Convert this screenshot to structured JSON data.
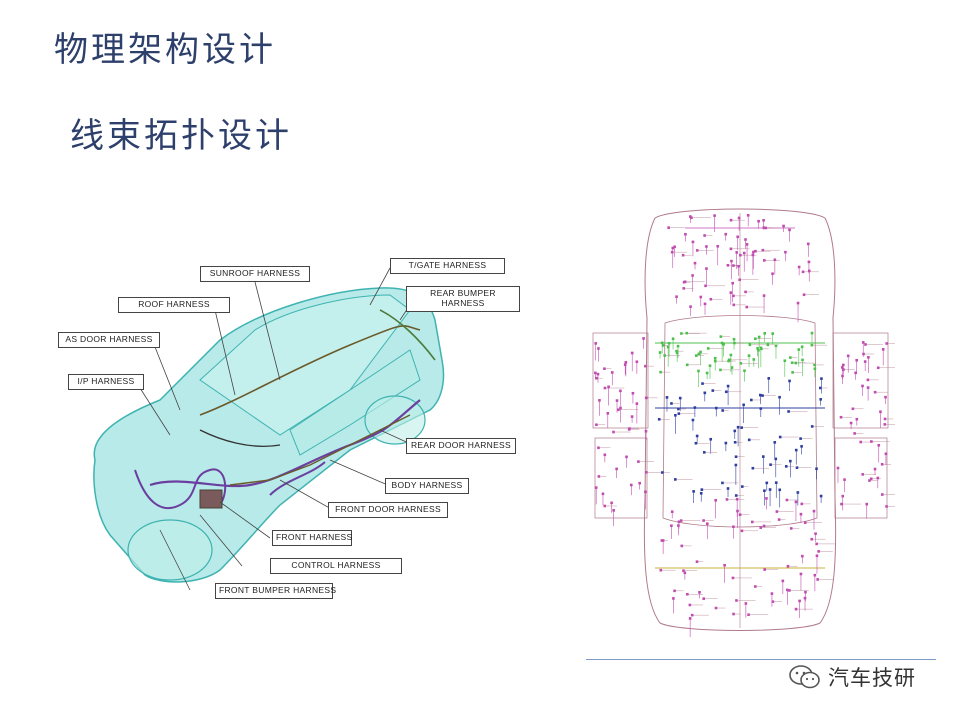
{
  "slide": {
    "title": "物理架构设计",
    "subtitle": "线束拓扑设计"
  },
  "car_diagram": {
    "labels": {
      "sunroof": "SUNROOF HARNESS",
      "tgate": "T/GATE HARNESS",
      "roof": "ROOF HARNESS",
      "rear_bumper_1": "REAR BUMPER",
      "rear_bumper_2": "HARNESS",
      "as_door": "AS DOOR HARNESS",
      "ip": "I/P HARNESS",
      "rear_door": "REAR DOOR HARNESS",
      "body": "BODY HARNESS",
      "front_door": "FRONT DOOR HARNESS",
      "front": "FRONT HARNESS",
      "control": "CONTROL HARNESS",
      "front_bumper": "FRONT BUMPER HARNESS"
    },
    "colors": {
      "body_fill": "#9fe3e0",
      "body_stroke": "#3fb3b1",
      "wire_purple": "#6b3fa0",
      "wire_brown": "#6a5a2a",
      "wire_green": "#4a7a3a"
    }
  },
  "topology": {
    "colors": {
      "outline": "#b07a8a",
      "magenta": "#c04cb0",
      "green": "#4cc04c",
      "blue": "#2e3fa0",
      "yellow": "#c9b23a"
    }
  },
  "footer": {
    "watermark_text": "汽车技研",
    "watermark_icon": "wechat-icon"
  }
}
